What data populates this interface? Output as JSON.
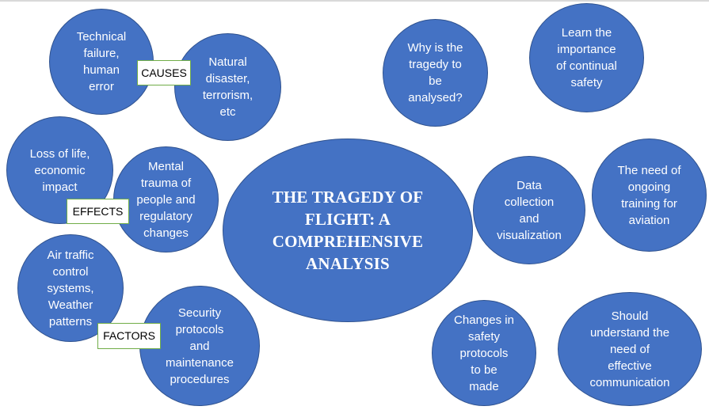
{
  "center": {
    "text": "THE TRAGEDY OF\nFLIGHT: A\nCOMPREHENSIVE\nANALYSIS"
  },
  "tags": {
    "causes": "CAUSES",
    "effects": "EFFECTS",
    "factors": "FACTORS"
  },
  "bubbles": {
    "technical": "Technical\nfailure,\nhuman\nerror",
    "natural": "Natural\ndisaster,\nterrorism,\netc",
    "loss": "Loss of life,\neconomic\nimpact",
    "mental": "Mental\ntrauma of\npeople and\nregulatory\nchanges",
    "atc": "Air traffic\ncontrol\nsystems,\nWeather\npatterns",
    "security": "Security\nprotocols\nand\nmaintenance\nprocedures",
    "why": "Why is the\ntragedy to\nbe\nanalysed?",
    "learn": "Learn the\nimportance\nof continual\nsafety",
    "data": "Data\ncollection\nand\nvisualization",
    "training": "The need of\nongoing\ntraining for\naviation",
    "changes": "Changes in\nsafety\nprotocols\nto be\nmade",
    "communication": "Should\nunderstand the\nneed of\neffective\ncommunication"
  },
  "colors": {
    "bubble_fill": "#4472c4",
    "bubble_border": "#2f528f",
    "tag_border": "#70ad47"
  }
}
